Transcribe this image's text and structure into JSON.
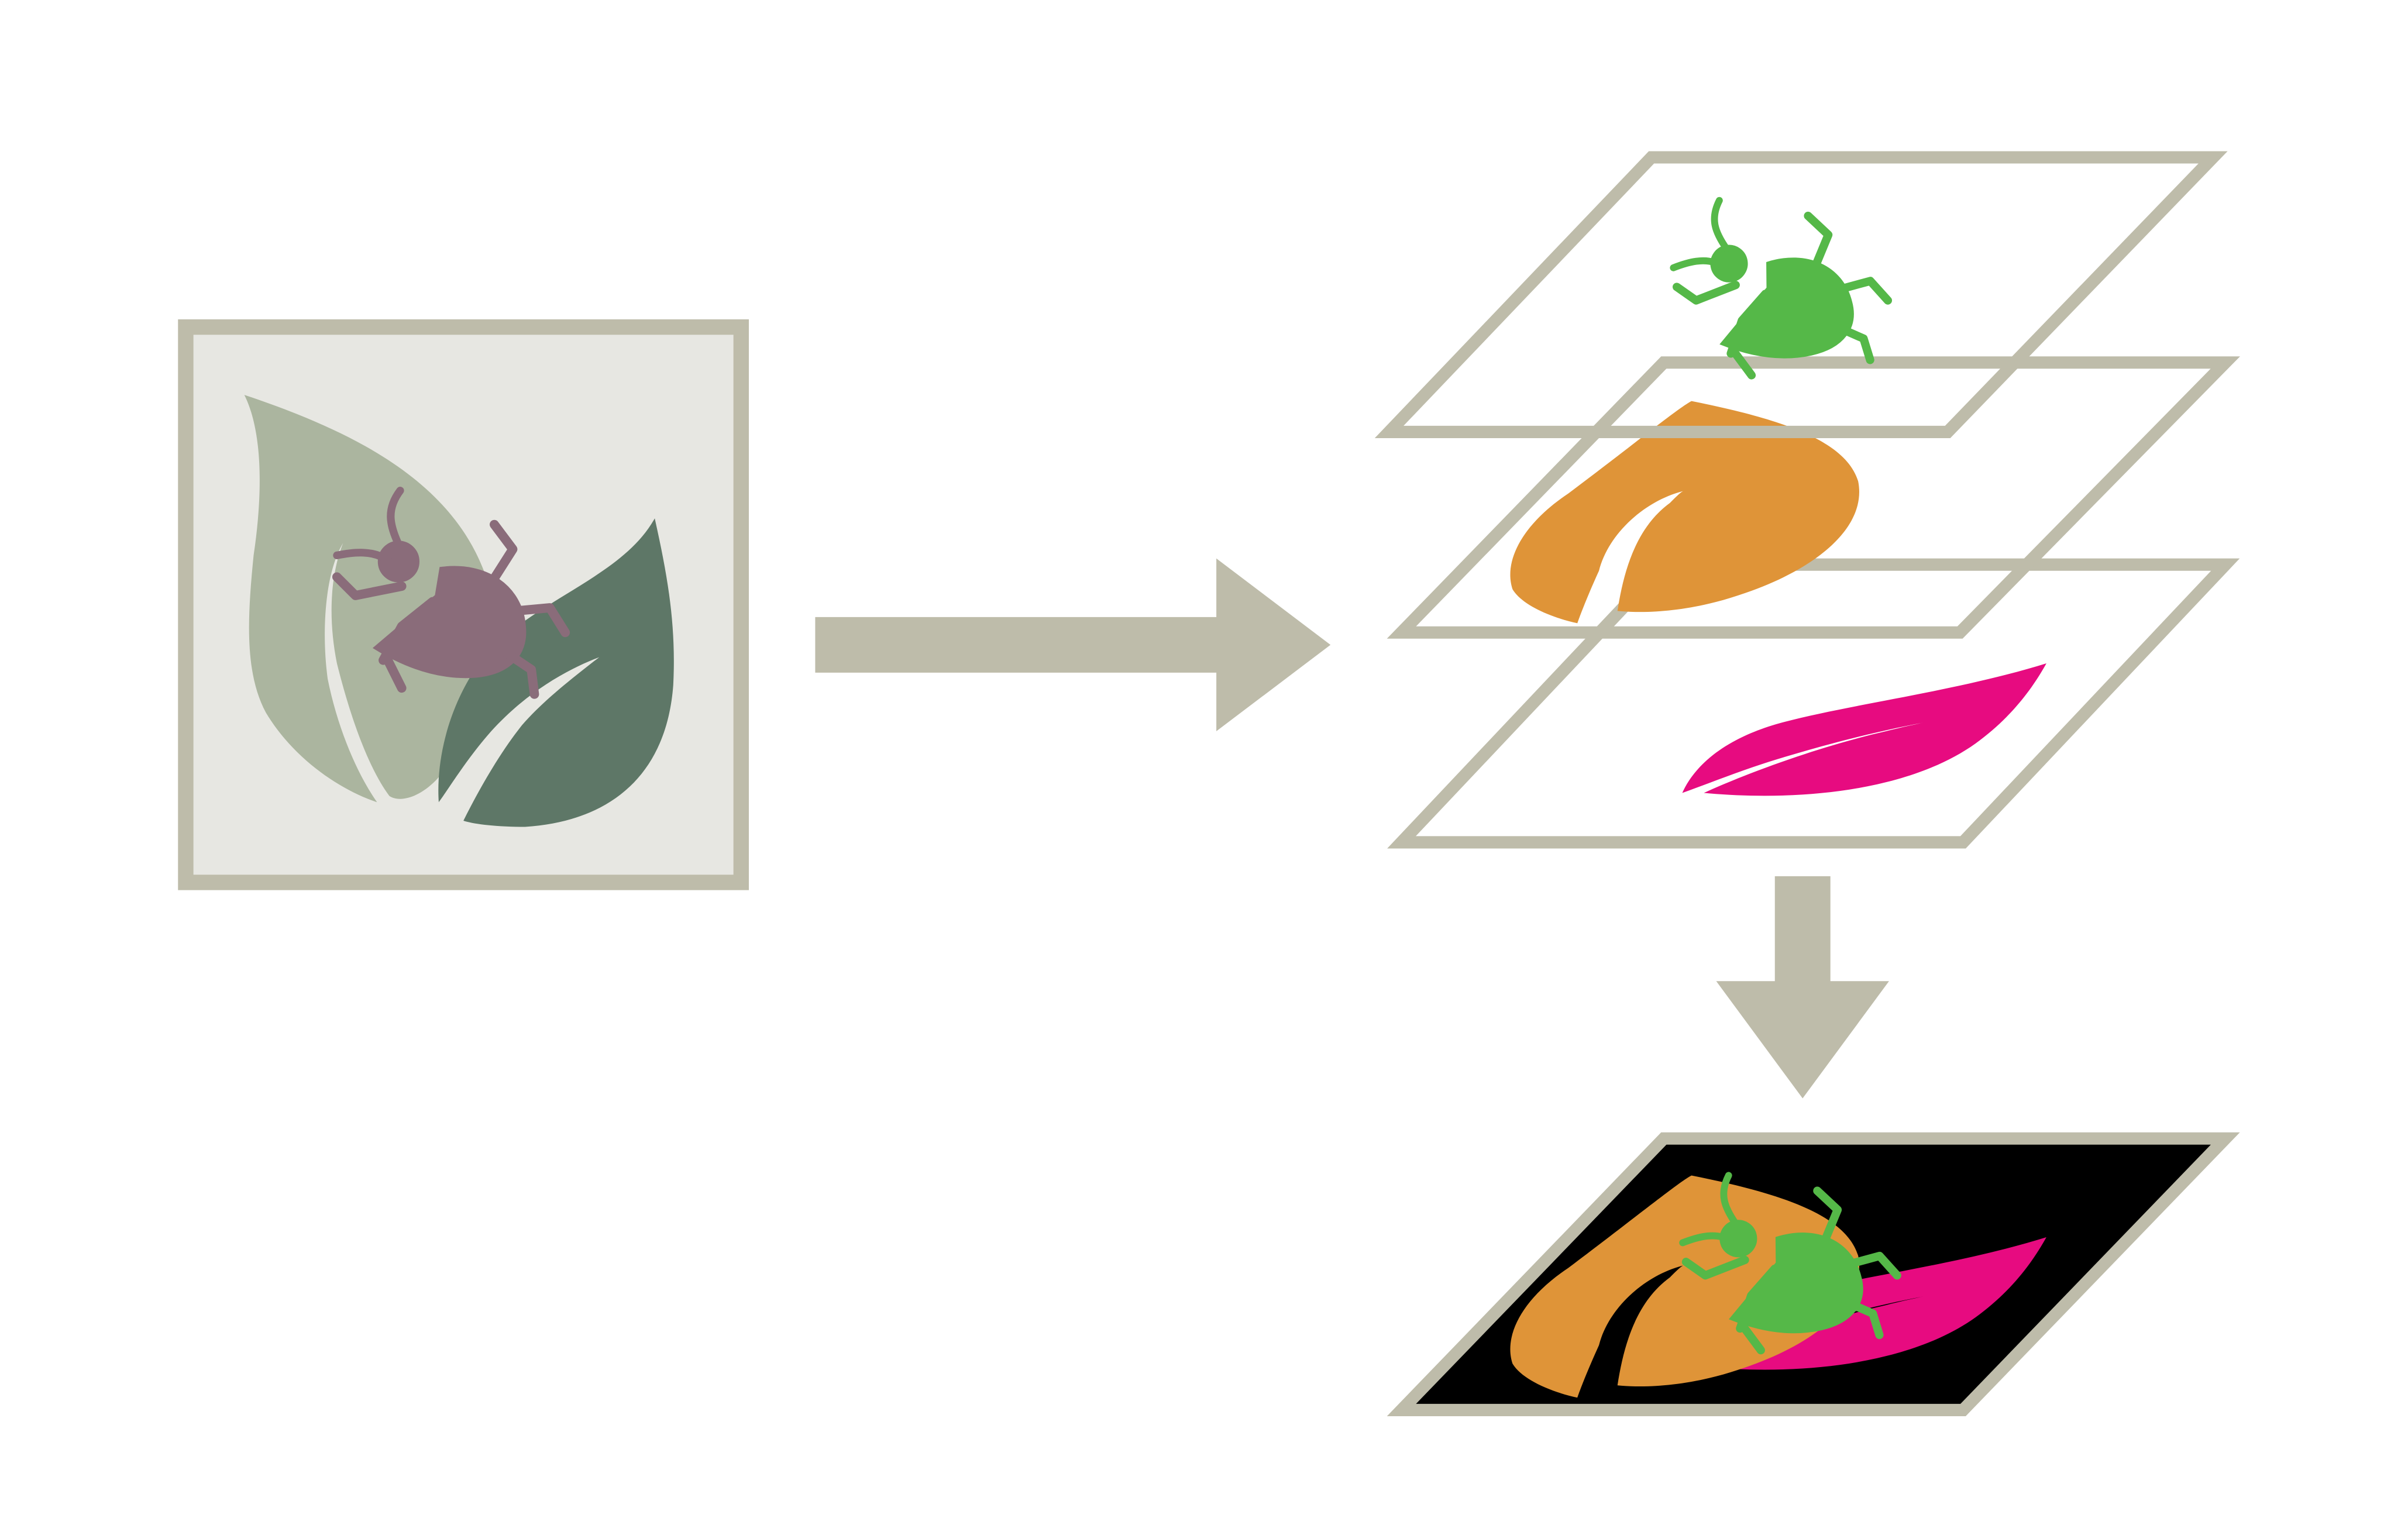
{
  "colors": {
    "background": "#ffffff",
    "frame": "#bebcaa",
    "input_fill": "#e7e7e2",
    "leaf_light": "#abb59f",
    "leaf_dark": "#5e7767",
    "bug_input": "#8a6c7a",
    "bug_mask": "#55b848",
    "leaf_a_mask": "#df9438",
    "leaf_b_mask": "#e70b80",
    "mask_background": "#000000",
    "layer_fill": "#ffffff"
  },
  "icons": {
    "input_image": "leaf-with-bug-icon",
    "bug": "bug-icon",
    "leaf_a": "leaf-icon",
    "leaf_b": "leaf-icon",
    "arrow_right": "arrow-right-icon",
    "arrow_down": "arrow-down-icon"
  },
  "layers": [
    {
      "id": "bug-layer",
      "icon": "bug-icon",
      "color": "#55b848"
    },
    {
      "id": "leaf-a-layer",
      "icon": "leaf-icon",
      "color": "#df9438"
    },
    {
      "id": "leaf-b-layer",
      "icon": "leaf-icon",
      "color": "#e70b80"
    }
  ],
  "combined": {
    "background": "#000000"
  }
}
